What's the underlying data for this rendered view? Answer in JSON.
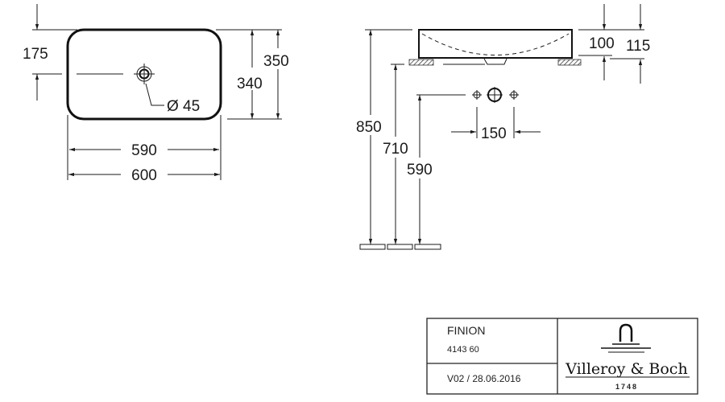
{
  "top_view": {
    "dim_175": "175",
    "dim_350": "350",
    "dim_340": "340",
    "drain_label": "Ø 45",
    "dim_590": "590",
    "dim_600": "600"
  },
  "side_view": {
    "dim_100": "100",
    "dim_115": "115",
    "dim_850": "850",
    "dim_710": "710",
    "dim_590": "590",
    "dim_150": "150"
  },
  "title_block": {
    "product_name": "FINION",
    "article_number": "4143 60",
    "version": "V02 / 28.06.2016",
    "brand": "Villeroy & Boch",
    "brand_year": "1748"
  }
}
